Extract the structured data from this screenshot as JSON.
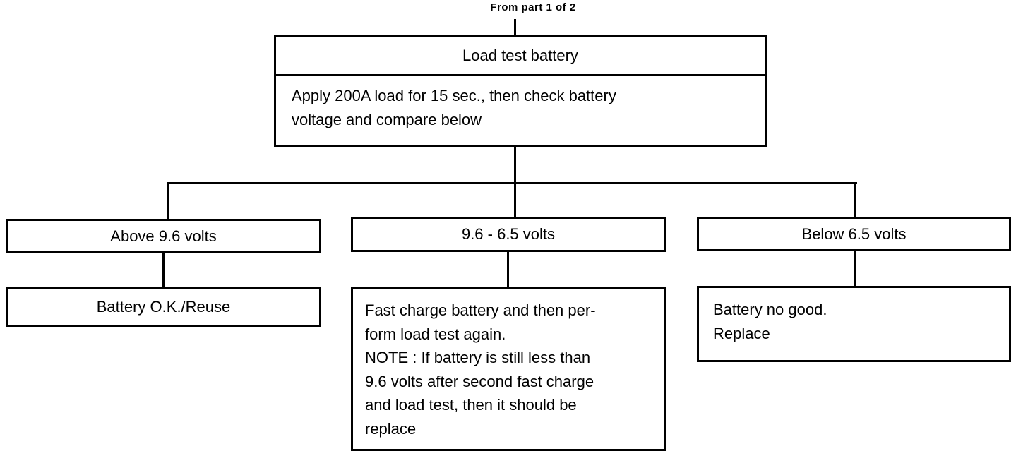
{
  "diagram": {
    "source_label": "From part 1 of 2",
    "root": {
      "title": "Load test battery",
      "body": "Apply 200A load for 15 sec., then check battery\nvoltage and compare below"
    },
    "branches": [
      {
        "condition": "Above 9.6 volts",
        "result": "Battery O.K./Reuse"
      },
      {
        "condition": "9.6 - 6.5 volts",
        "result": "Fast charge battery and then per-\nform load test again.\nNOTE : If battery is still less than\n9.6 volts after second fast charge\nand load test, then it should be\nreplace"
      },
      {
        "condition": "Below 6.5 volts",
        "result": "Battery no good.\nReplace"
      }
    ],
    "colors": {
      "line": "#000000",
      "background": "#ffffff",
      "text": "#000000"
    }
  }
}
